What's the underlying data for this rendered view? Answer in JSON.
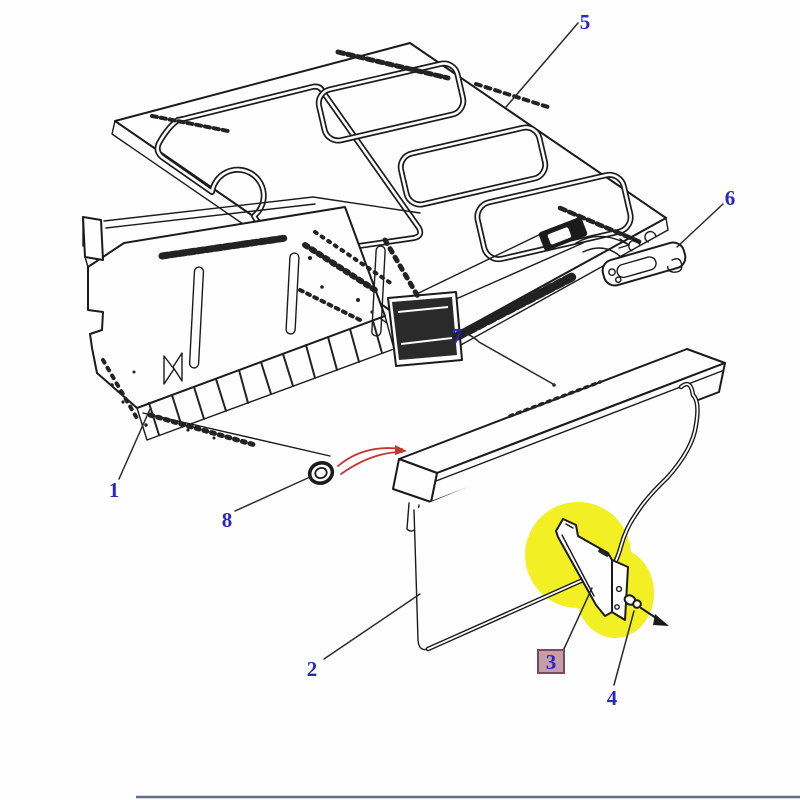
{
  "figure": {
    "type": "exploded-parts-line-diagram",
    "background": "#fefefe",
    "line_color": "#1b1b1b",
    "callout_color": "#2727c4",
    "callouts": [
      {
        "label": "1",
        "highlighted": false
      },
      {
        "label": "2",
        "highlighted": false
      },
      {
        "label": "3",
        "highlighted": true
      },
      {
        "label": "4",
        "highlighted": false
      },
      {
        "label": "5",
        "highlighted": false
      },
      {
        "label": "6",
        "highlighted": false
      },
      {
        "label": "7",
        "highlighted": false
      },
      {
        "label": "8",
        "highlighted": false
      }
    ],
    "highlight": {
      "ellipse_color": "#f3ef25",
      "label_box_bg": "#c79ea7",
      "label_box_border": "#7a4a5e"
    },
    "arrows": {
      "install_arrow_color": "#c63434",
      "motion_arrow_color": "#1b1b1b"
    },
    "bottom_rule_color": "#5f7181"
  }
}
